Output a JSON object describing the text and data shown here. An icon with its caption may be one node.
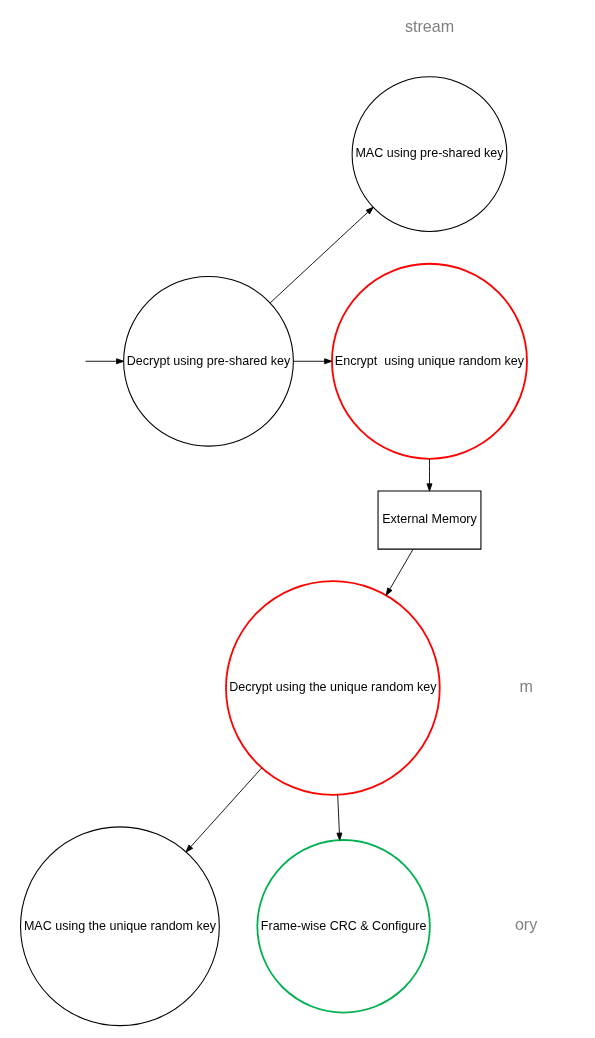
{
  "diagram": {
    "nodes": [
      {
        "text": [
          "MAC using pre-shared key"
        ]
      },
      {
        "text": [
          "Decrypt using pre-shared key"
        ]
      },
      {
        "text": [
          "Encrypt  using unique random key"
        ]
      },
      {
        "text": [
          "External Memory"
        ]
      },
      {
        "text": [
          "Decrypt using the unique random key"
        ]
      },
      {
        "text": [
          "MAC using the unique random key"
        ]
      },
      {
        "text": [
          "Frame-wise CRC & Configure"
        ]
      }
    ],
    "edges": [
      {
        "from": null,
        "to": 1,
        "arrow": "to"
      },
      {
        "from": 1,
        "to": 0,
        "arrow": "to"
      },
      {
        "from": 1,
        "to": 2,
        "arrow": "to"
      },
      {
        "from": 2,
        "to": 3,
        "arrow": "to"
      },
      {
        "from": 3,
        "to": 4,
        "arrow": "to"
      },
      {
        "from": 4,
        "to": 5,
        "arrow": "to"
      },
      {
        "from": 4,
        "to": 6,
        "arrow": "to"
      }
    ],
    "labels": [
      "stream",
      "m",
      "ory"
    ]
  }
}
